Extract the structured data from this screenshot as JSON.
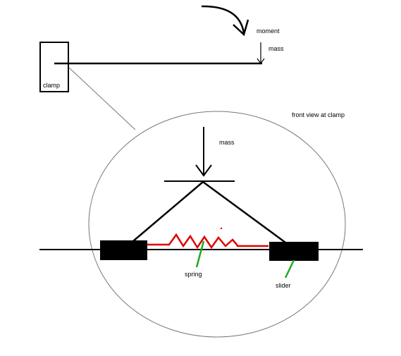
{
  "labels": {
    "moment": "moment",
    "mass_top": "mass",
    "clamp": "clamp",
    "front_view": "front view at clamp",
    "mass_inset": "mass",
    "spring": "spring",
    "slider": "slider"
  },
  "colors": {
    "line": "#000000",
    "spring": "#e00000",
    "pointer": "#22aa22",
    "ellipse": "#777777",
    "background": "#ffffff"
  }
}
